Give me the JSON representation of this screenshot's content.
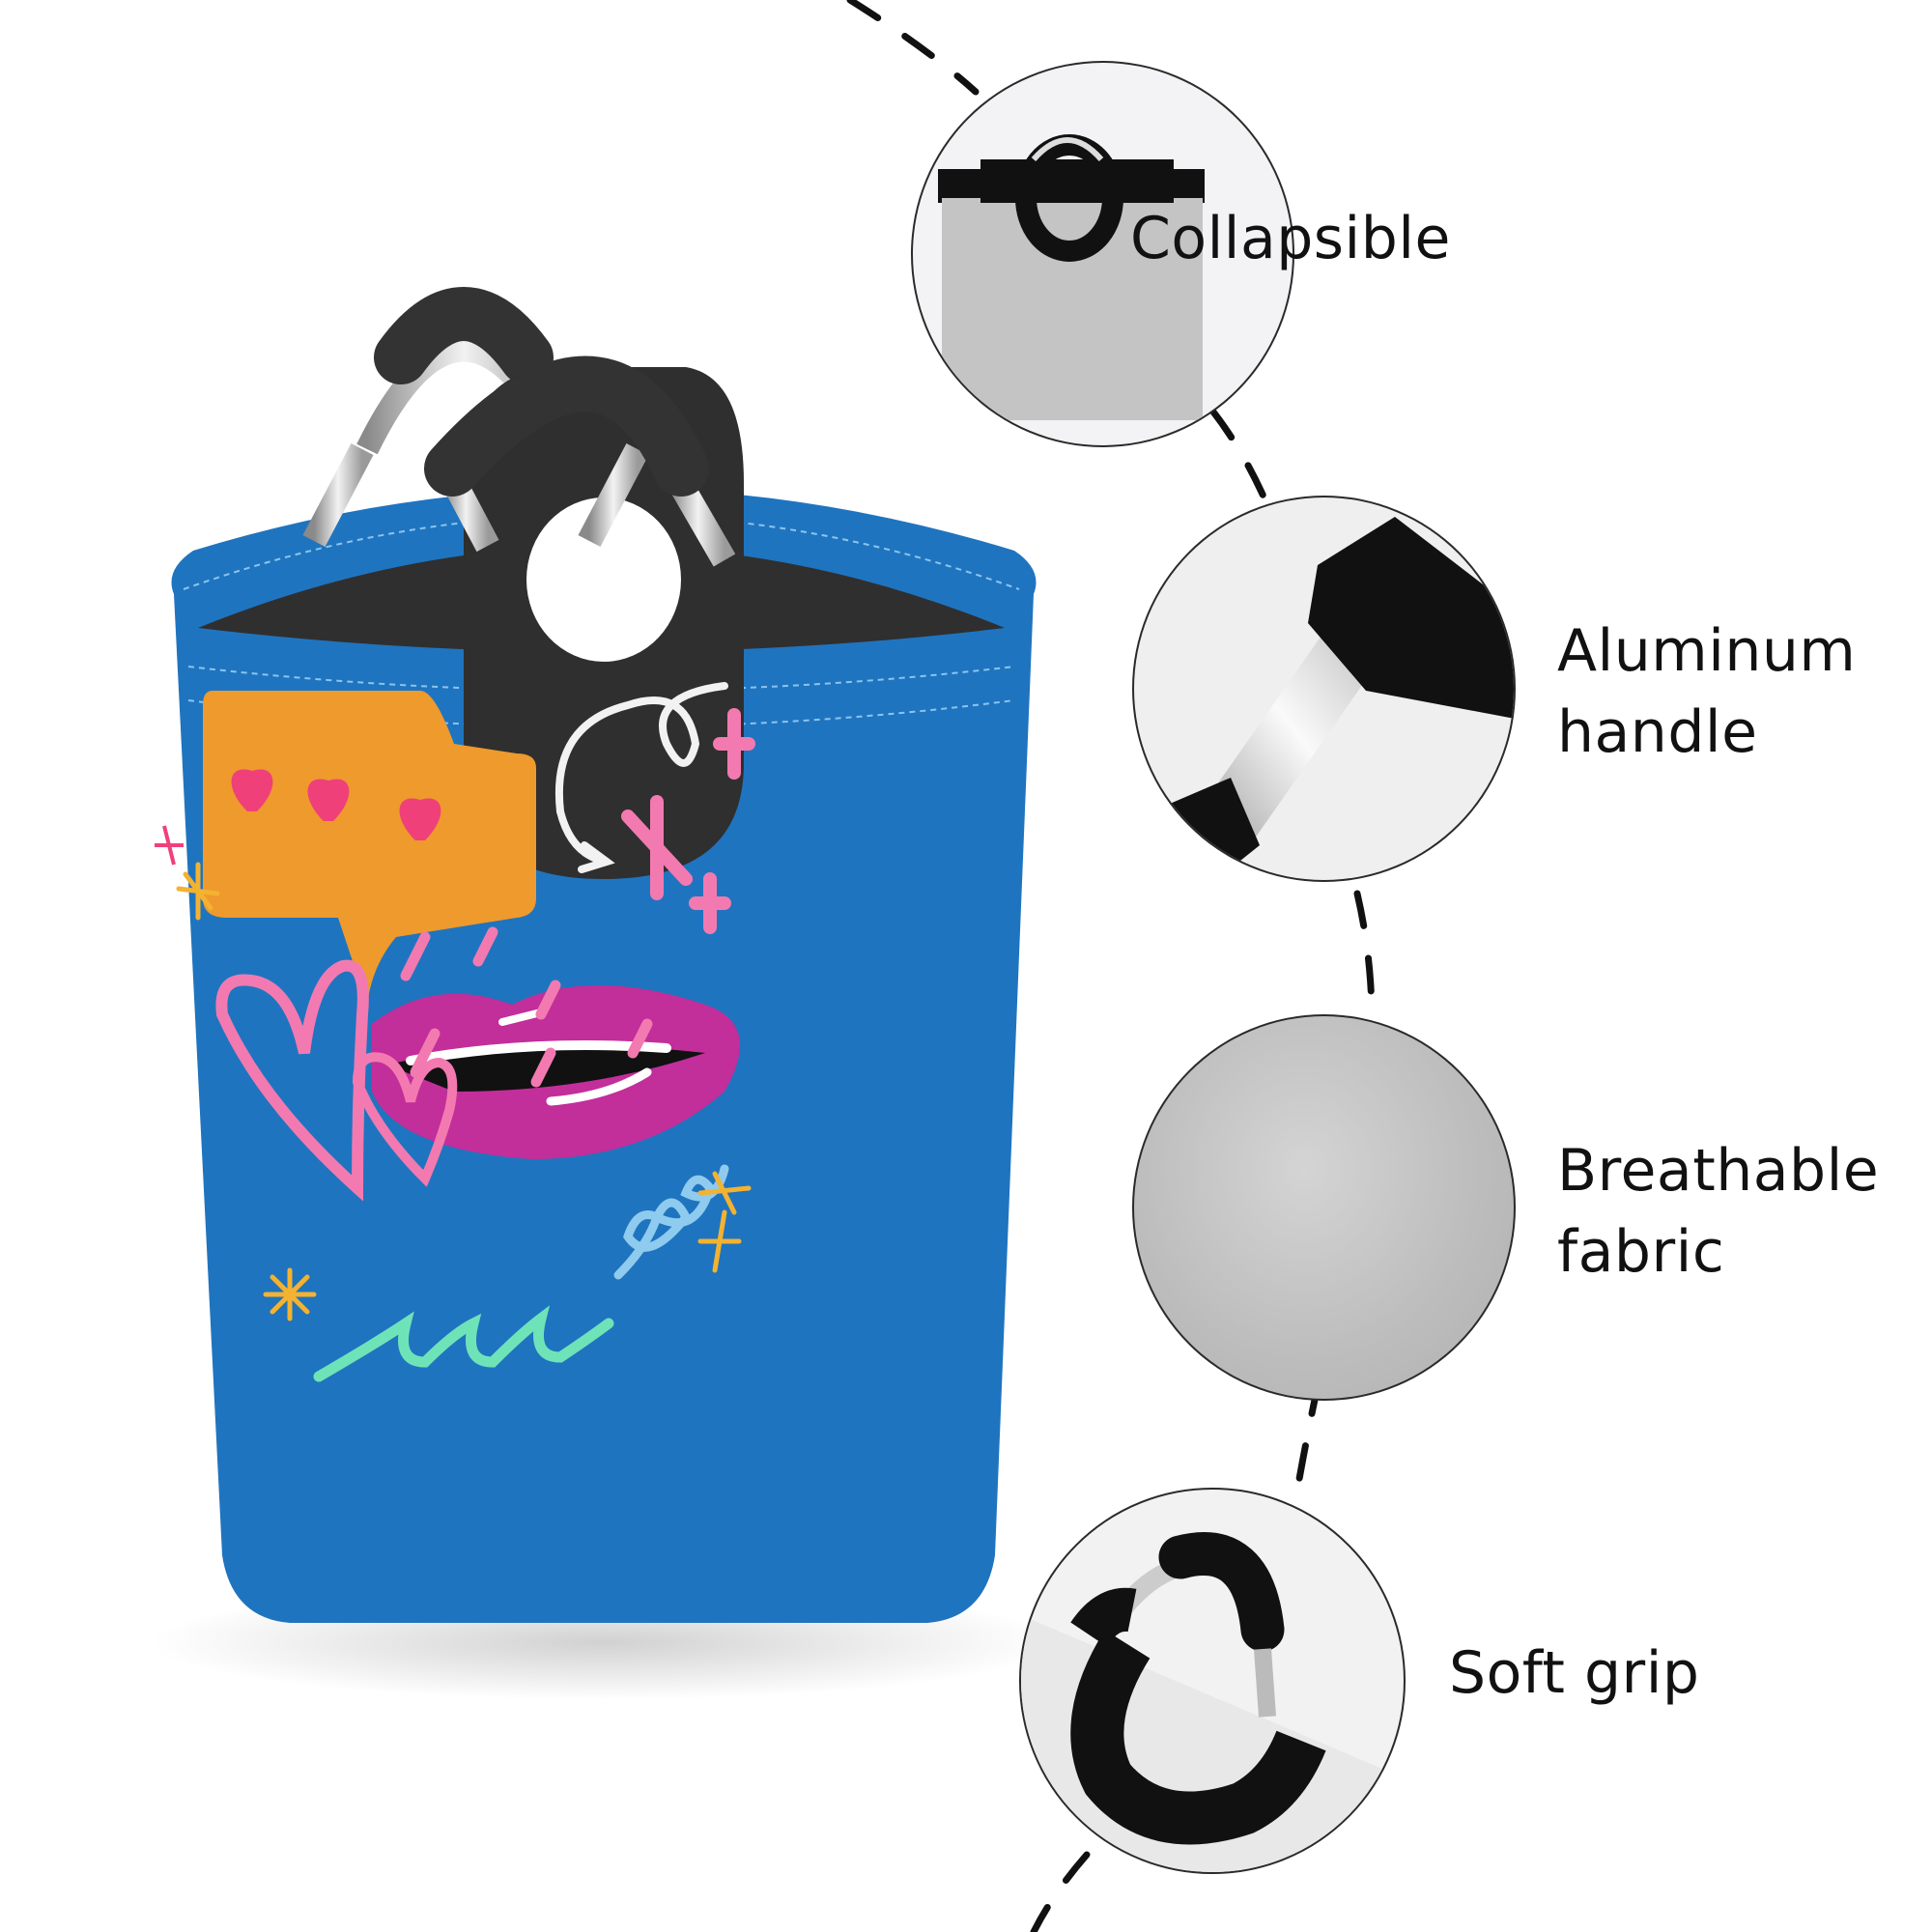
{
  "product": {
    "type": "laundry hamper",
    "bag_color": "#1f74bf",
    "handle_color": "#2e2e2e",
    "aluminum_color": "#c8c8c8"
  },
  "features": [
    {
      "id": "collapsible",
      "line1": "Collapsible",
      "line2": ""
    },
    {
      "id": "aluminum-handle",
      "line1": "Aluminum",
      "line2": "handle"
    },
    {
      "id": "breathable-fabric",
      "line1": "Breathable",
      "line2": "fabric"
    },
    {
      "id": "soft-grip",
      "line1": "Soft grip",
      "line2": ""
    }
  ],
  "print_design": {
    "speech_bubble_color": "#ee9a2c",
    "hearts_color": "#f0407a",
    "lips_color": "#c22e9a",
    "accent_pink": "#f27ab0",
    "accent_mint": "#6fe3b8",
    "accent_lightblue": "#8fcbee",
    "accent_yellow": "#f3b231"
  },
  "connector": {
    "style": "dashed",
    "color": "#111111"
  }
}
